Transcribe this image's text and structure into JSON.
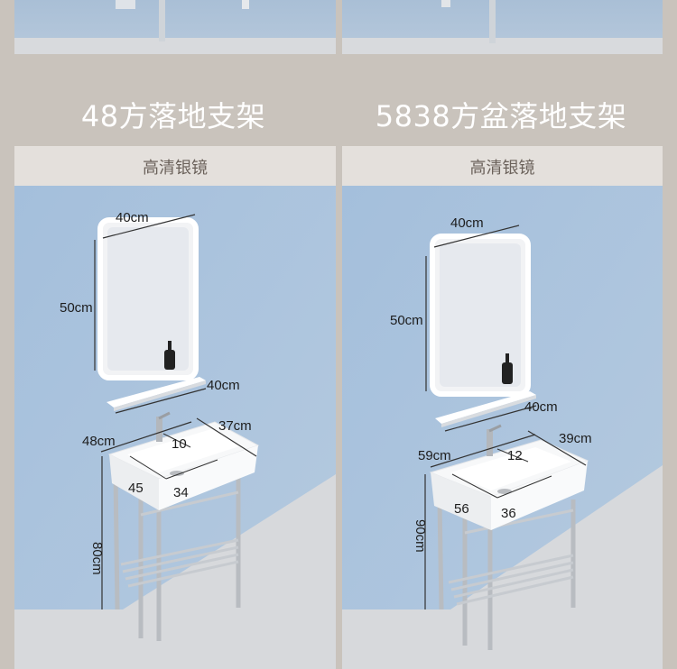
{
  "left": {
    "title": "48方落地支架",
    "subtitle": "高清银镜",
    "dims": {
      "mirror_width": "40cm",
      "mirror_height": "50cm",
      "shelf_width": "40cm",
      "basin_depth": "37cm",
      "basin_width": "48cm",
      "faucet_hole": "10",
      "inner_length": "45",
      "inner_width": "34",
      "stand_height": "80cm"
    }
  },
  "right": {
    "title": "5838方盆落地支架",
    "subtitle": "高清银镜",
    "dims": {
      "mirror_width": "40cm",
      "mirror_height": "50cm",
      "shelf_width": "40cm",
      "basin_depth": "39cm",
      "basin_width": "59cm",
      "faucet_hole": "12",
      "inner_length": "56",
      "inner_width": "36",
      "stand_height": "90cm"
    }
  }
}
